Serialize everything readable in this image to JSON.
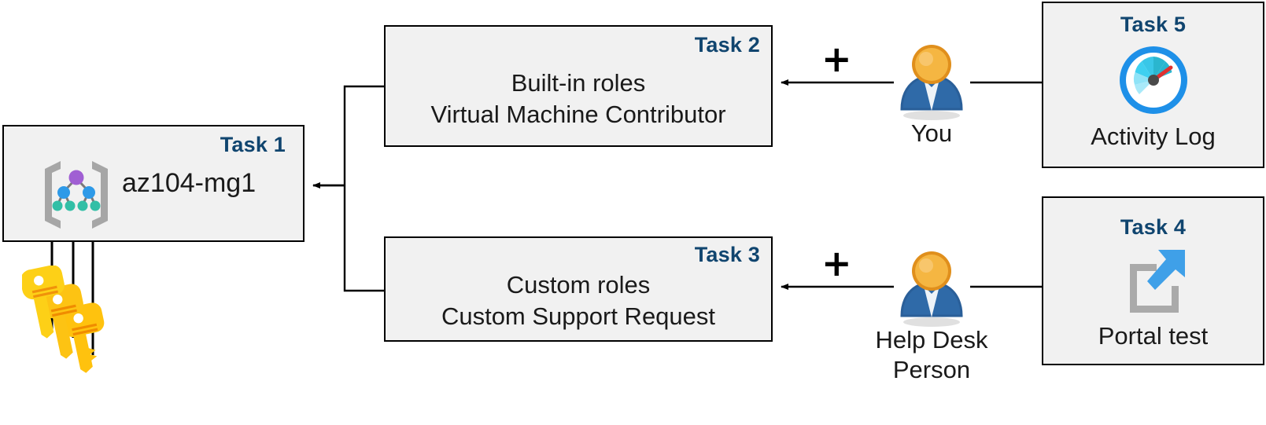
{
  "diagram": {
    "title": "Azure RBAC management group task diagram",
    "accent_color": "#10456f",
    "box_fill": "#f1f1f1",
    "box_border": "#000000"
  },
  "task1": {
    "label": "Task 1",
    "text": "az104-mg1",
    "icon": "management-group-icon"
  },
  "task2": {
    "label": "Task 2",
    "line1": "Built-in roles",
    "line2": "Virtual Machine Contributor"
  },
  "task3": {
    "label": "Task 3",
    "line1": "Custom roles",
    "line2": "Custom Support Request"
  },
  "task4": {
    "label": "Task 4",
    "caption": "Portal test",
    "icon": "external-link-icon"
  },
  "task5": {
    "label": "Task 5",
    "caption": "Activity Log",
    "icon": "gauge-icon"
  },
  "people": [
    {
      "name": "you",
      "caption_line1": "You",
      "caption_line2": ""
    },
    {
      "name": "help-desk-person",
      "caption_line1": "Help Desk",
      "caption_line2": "Person"
    }
  ],
  "operators": {
    "plus_top": "+",
    "plus_bottom": "+"
  },
  "keys": {
    "icon": "keys-icon",
    "count": 3
  },
  "colors": {
    "task_label": "#10456f",
    "key_gold": "#ffc20e",
    "key_orange": "#f9a01b",
    "person_head": "#f0a32a",
    "person_body": "#2f6aa8",
    "gauge_ring": "#1e90e8",
    "gauge_needle": "#e03030",
    "mg_root": "#a05fd3",
    "mg_mid": "#2e9ae8",
    "mg_leaf": "#32bfa6",
    "mg_bracket": "#a6a6a6",
    "portal_frame": "#aaaaaa",
    "portal_arrow": "#3fa0e8"
  }
}
